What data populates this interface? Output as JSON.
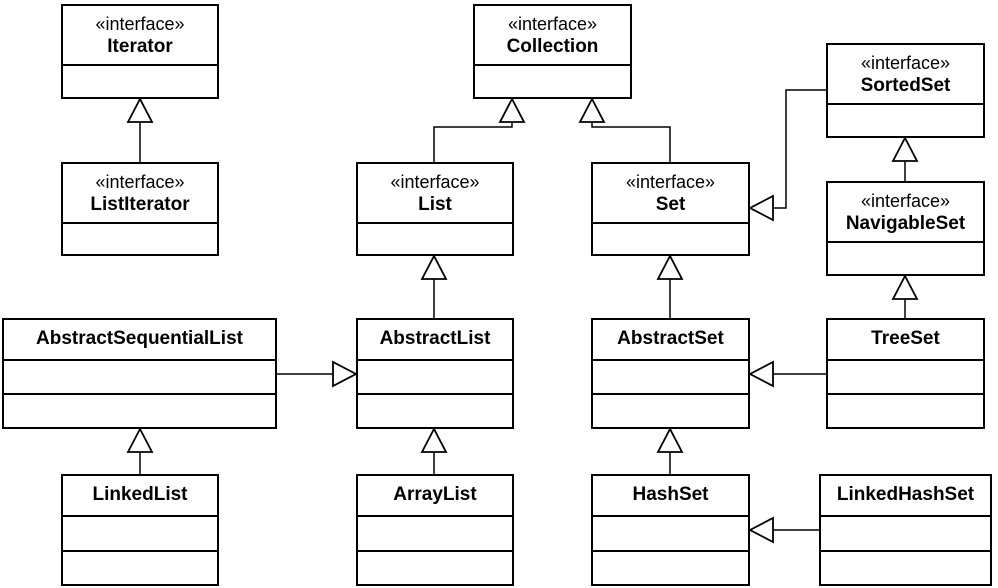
{
  "stereotype": "«interface»",
  "classes": {
    "iterator": {
      "name": "Iterator",
      "interface": true
    },
    "listiterator": {
      "name": "ListIterator",
      "interface": true
    },
    "collection": {
      "name": "Collection",
      "interface": true
    },
    "list": {
      "name": "List",
      "interface": true
    },
    "set": {
      "name": "Set",
      "interface": true
    },
    "sortedset": {
      "name": "SortedSet",
      "interface": true
    },
    "navigableset": {
      "name": "NavigableSet",
      "interface": true
    },
    "abstractsequentiallist": {
      "name": "AbstractSequentialList",
      "interface": false
    },
    "abstractlist": {
      "name": "AbstractList",
      "interface": false
    },
    "abstractset": {
      "name": "AbstractSet",
      "interface": false
    },
    "treeset": {
      "name": "TreeSet",
      "interface": false
    },
    "linkedlist": {
      "name": "LinkedList",
      "interface": false
    },
    "arraylist": {
      "name": "ArrayList",
      "interface": false
    },
    "hashset": {
      "name": "HashSet",
      "interface": false
    },
    "linkedhashset": {
      "name": "LinkedHashSet",
      "interface": false
    }
  },
  "relations": [
    {
      "from": "listiterator",
      "to": "iterator"
    },
    {
      "from": "list",
      "to": "collection"
    },
    {
      "from": "set",
      "to": "collection"
    },
    {
      "from": "sortedset",
      "to": "set"
    },
    {
      "from": "navigableset",
      "to": "sortedset"
    },
    {
      "from": "treeset",
      "to": "navigableset"
    },
    {
      "from": "abstractlist",
      "to": "list"
    },
    {
      "from": "abstractsequentiallist",
      "to": "abstractlist"
    },
    {
      "from": "abstractset",
      "to": "set"
    },
    {
      "from": "treeset",
      "to": "abstractset"
    },
    {
      "from": "linkedlist",
      "to": "abstractsequentiallist"
    },
    {
      "from": "arraylist",
      "to": "abstractlist"
    },
    {
      "from": "hashset",
      "to": "abstractset"
    },
    {
      "from": "linkedhashset",
      "to": "hashset"
    }
  ]
}
